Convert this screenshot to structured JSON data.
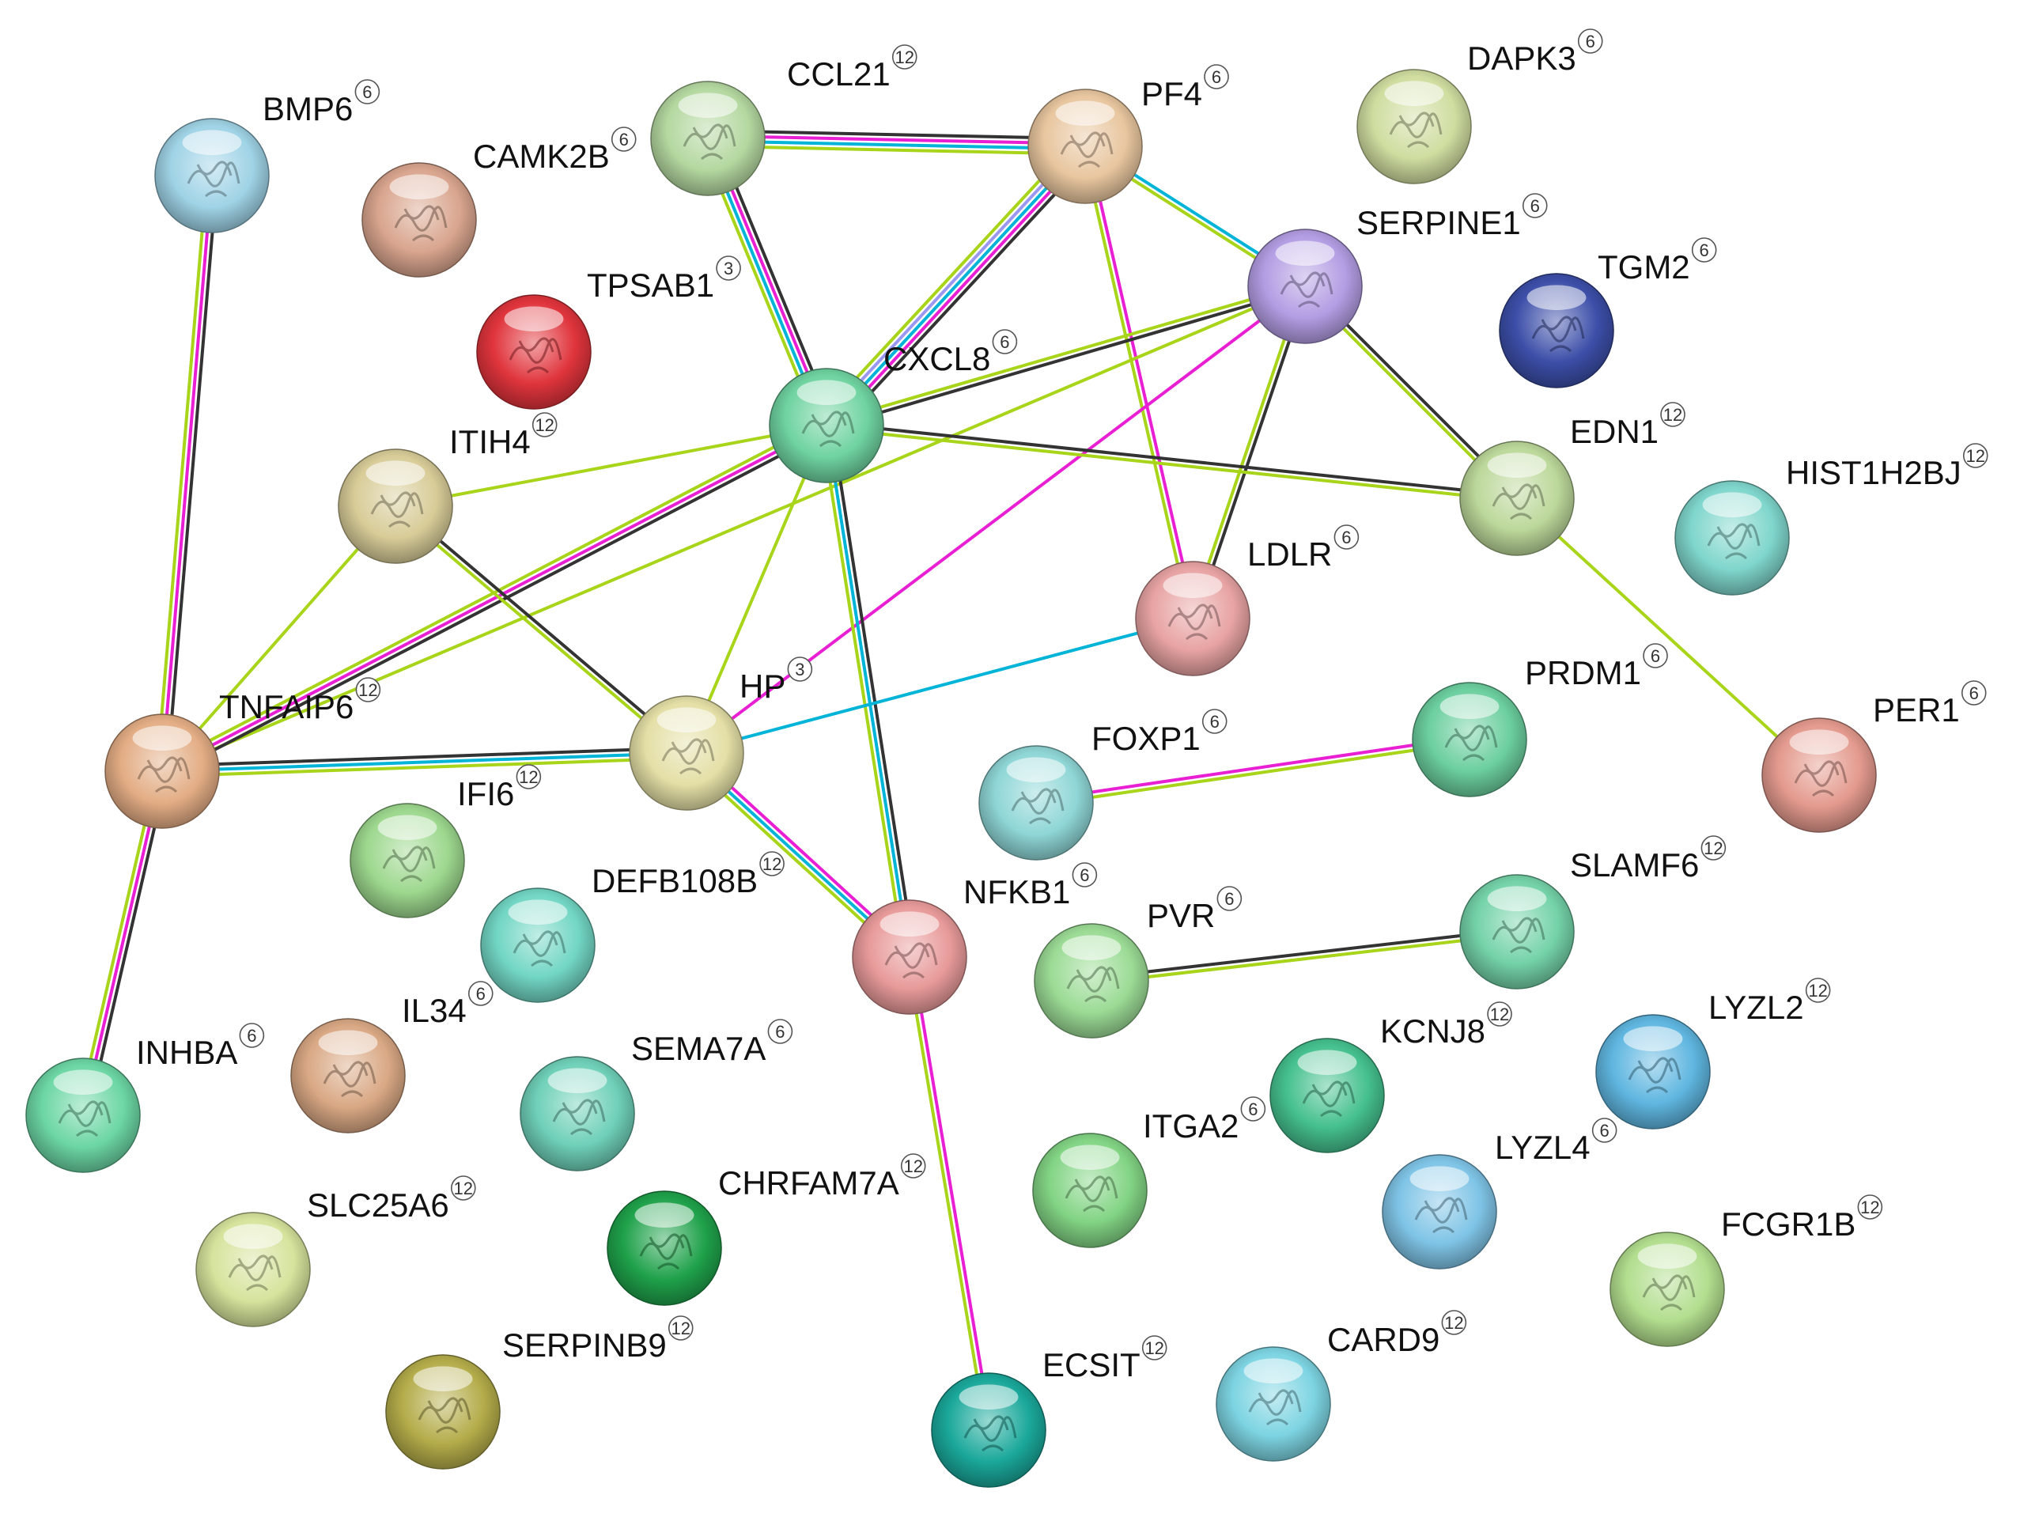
{
  "diagram": {
    "type": "protein-protein-interaction-network",
    "nodes": [
      {
        "id": "BMP6",
        "label": "BMP6",
        "badge": "6",
        "color": "#9fd3e6"
      },
      {
        "id": "CAMK2B",
        "label": "CAMK2B",
        "badge": "6",
        "color": "#d9a58e"
      },
      {
        "id": "CCL21",
        "label": "CCL21",
        "badge": "12",
        "color": "#b4d8a0"
      },
      {
        "id": "PF4",
        "label": "PF4",
        "badge": "6",
        "color": "#e8c69f"
      },
      {
        "id": "DAPK3",
        "label": "DAPK3",
        "badge": "6",
        "color": "#cfdda0"
      },
      {
        "id": "SERPINE1",
        "label": "SERPINE1",
        "badge": "6",
        "color": "#b39de3"
      },
      {
        "id": "TGM2",
        "label": "TGM2",
        "badge": "6",
        "color": "#3c4ea8"
      },
      {
        "id": "TPSAB1",
        "label": "TPSAB1",
        "badge": "3",
        "color": "#e0343c"
      },
      {
        "id": "CXCL8",
        "label": "CXCL8",
        "badge": "6",
        "color": "#6fd3a0"
      },
      {
        "id": "ITIH4",
        "label": "ITIH4",
        "badge": "12",
        "color": "#d8cc98"
      },
      {
        "id": "EDN1",
        "label": "EDN1",
        "badge": "12",
        "color": "#bcd89a"
      },
      {
        "id": "HIST1H2BJ",
        "label": "HIST1H2BJ",
        "badge": "12",
        "color": "#7fd6cc"
      },
      {
        "id": "LDLR",
        "label": "LDLR",
        "badge": "6",
        "color": "#e8a3a3"
      },
      {
        "id": "HP",
        "label": "HP",
        "badge": "3",
        "color": "#e4dfa6"
      },
      {
        "id": "TNFAIP6",
        "label": "TNFAIP6",
        "badge": "12",
        "color": "#e3ad85"
      },
      {
        "id": "PRDM1",
        "label": "PRDM1",
        "badge": "6",
        "color": "#6ccf9f"
      },
      {
        "id": "PER1",
        "label": "PER1",
        "badge": "6",
        "color": "#e49a8e"
      },
      {
        "id": "FOXP1",
        "label": "FOXP1",
        "badge": "6",
        "color": "#8fd6d6"
      },
      {
        "id": "IFI6",
        "label": "IFI6",
        "badge": "12",
        "color": "#9dd88e"
      },
      {
        "id": "DEFB108B",
        "label": "DEFB108B",
        "badge": "12",
        "color": "#72d6c4"
      },
      {
        "id": "NFKB1",
        "label": "NFKB1",
        "badge": "6",
        "color": "#e89a9a"
      },
      {
        "id": "PVR",
        "label": "PVR",
        "badge": "6",
        "color": "#9bdb95"
      },
      {
        "id": "SLAMF6",
        "label": "SLAMF6",
        "badge": "12",
        "color": "#74d2a8"
      },
      {
        "id": "IL34",
        "label": "IL34",
        "badge": "6",
        "color": "#d9a884"
      },
      {
        "id": "SEMA7A",
        "label": "SEMA7A",
        "badge": "6",
        "color": "#6fd0b8"
      },
      {
        "id": "KCNJ8",
        "label": "KCNJ8",
        "badge": "12",
        "color": "#45c08e"
      },
      {
        "id": "LYZL2",
        "label": "LYZL2",
        "badge": "12",
        "color": "#5fb6e0"
      },
      {
        "id": "INHBA",
        "label": "INHBA",
        "badge": "6",
        "color": "#6cd6a4"
      },
      {
        "id": "ITGA2",
        "label": "ITGA2",
        "badge": "6",
        "color": "#82d484"
      },
      {
        "id": "LYZL4",
        "label": "LYZL4",
        "badge": "6",
        "color": "#7fc4e6"
      },
      {
        "id": "SLC25A6",
        "label": "SLC25A6",
        "badge": "12",
        "color": "#d6e39c"
      },
      {
        "id": "CHRFAM7A",
        "label": "CHRFAM7A",
        "badge": "12",
        "color": "#1fa14a"
      },
      {
        "id": "FCGR1B",
        "label": "FCGR1B",
        "badge": "12",
        "color": "#b2de8e"
      },
      {
        "id": "SERPINB9",
        "label": "SERPINB9",
        "badge": "12",
        "color": "#b4ac4a"
      },
      {
        "id": "ECSIT",
        "label": "ECSIT",
        "badge": "12",
        "color": "#1aa89a"
      },
      {
        "id": "CARD9",
        "label": "CARD9",
        "badge": "12",
        "color": "#7dd4e2"
      }
    ],
    "edges": [
      {
        "source": "BMP6",
        "target": "TNFAIP6",
        "colors": [
          "#333333",
          "#e81fd2",
          "#a8d41a"
        ]
      },
      {
        "source": "TNFAIP6",
        "target": "INHBA",
        "colors": [
          "#333333",
          "#e81fd2",
          "#a8d41a"
        ]
      },
      {
        "source": "CCL21",
        "target": "PF4",
        "colors": [
          "#333333",
          "#e81fd2",
          "#00b4d8",
          "#a8d41a"
        ]
      },
      {
        "source": "CCL21",
        "target": "CXCL8",
        "colors": [
          "#333333",
          "#e81fd2",
          "#00b4d8",
          "#a8d41a"
        ]
      },
      {
        "source": "PF4",
        "target": "CXCL8",
        "colors": [
          "#333333",
          "#e81fd2",
          "#00b4d8",
          "#9a98f0",
          "#a8d41a"
        ]
      },
      {
        "source": "PF4",
        "target": "SERPINE1",
        "colors": [
          "#00b4d8",
          "#a8d41a"
        ]
      },
      {
        "source": "PF4",
        "target": "LDLR",
        "colors": [
          "#e81fd2",
          "#a8d41a"
        ]
      },
      {
        "source": "SERPINE1",
        "target": "CXCL8",
        "colors": [
          "#333333",
          "#a8d41a"
        ]
      },
      {
        "source": "SERPINE1",
        "target": "EDN1",
        "colors": [
          "#333333",
          "#a8d41a"
        ]
      },
      {
        "source": "SERPINE1",
        "target": "LDLR",
        "colors": [
          "#333333",
          "#a8d41a"
        ]
      },
      {
        "source": "SERPINE1",
        "target": "TNFAIP6",
        "colors": [
          "#a8d41a"
        ]
      },
      {
        "source": "SERPINE1",
        "target": "HP",
        "colors": [
          "#e81fd2"
        ]
      },
      {
        "source": "CXCL8",
        "target": "EDN1",
        "colors": [
          "#333333",
          "#a8d41a"
        ]
      },
      {
        "source": "CXCL8",
        "target": "ITIH4",
        "colors": [
          "#a8d41a"
        ]
      },
      {
        "source": "CXCL8",
        "target": "TNFAIP6",
        "colors": [
          "#333333",
          "#e81fd2",
          "#a8d41a"
        ]
      },
      {
        "source": "CXCL8",
        "target": "HP",
        "colors": [
          "#a8d41a"
        ]
      },
      {
        "source": "CXCL8",
        "target": "NFKB1",
        "colors": [
          "#333333",
          "#00b4d8",
          "#a8d41a"
        ]
      },
      {
        "source": "ITIH4",
        "target": "HP",
        "colors": [
          "#333333",
          "#a8d41a"
        ]
      },
      {
        "source": "ITIH4",
        "target": "TNFAIP6",
        "colors": [
          "#a8d41a"
        ]
      },
      {
        "source": "TNFAIP6",
        "target": "HP",
        "colors": [
          "#333333",
          "#00b4d8",
          "#a8d41a"
        ]
      },
      {
        "source": "HP",
        "target": "LDLR",
        "colors": [
          "#00b4d8"
        ]
      },
      {
        "source": "HP",
        "target": "NFKB1",
        "colors": [
          "#e81fd2",
          "#00b4d8",
          "#a8d41a"
        ]
      },
      {
        "source": "EDN1",
        "target": "PER1",
        "colors": [
          "#a8d41a"
        ]
      },
      {
        "source": "FOXP1",
        "target": "PRDM1",
        "colors": [
          "#e81fd2",
          "#a8d41a"
        ]
      },
      {
        "source": "PVR",
        "target": "SLAMF6",
        "colors": [
          "#333333",
          "#a8d41a"
        ]
      },
      {
        "source": "NFKB1",
        "target": "ECSIT",
        "colors": [
          "#e81fd2",
          "#a8d41a"
        ]
      }
    ]
  }
}
